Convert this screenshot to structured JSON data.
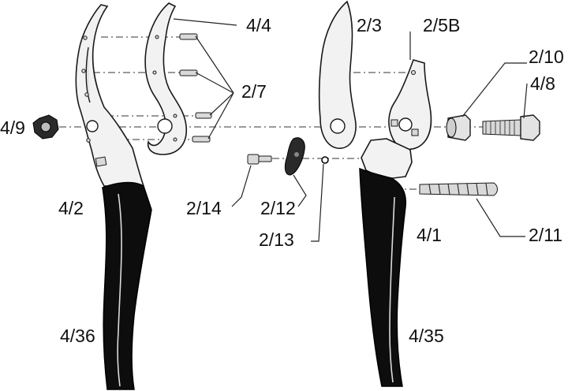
{
  "labels": {
    "l_4_4": "4/4",
    "l_2_3": "2/3",
    "l_2_5b": "2/5B",
    "l_2_10": "2/10",
    "l_4_8": "4/8",
    "l_2_7": "2/7",
    "l_4_9": "4/9",
    "l_4_2": "4/2",
    "l_2_14": "2/14",
    "l_2_12": "2/12",
    "l_2_13": "2/13",
    "l_2_11": "2/11",
    "l_4_1": "4/1",
    "l_4_36": "4/36",
    "l_4_35": "4/35"
  }
}
